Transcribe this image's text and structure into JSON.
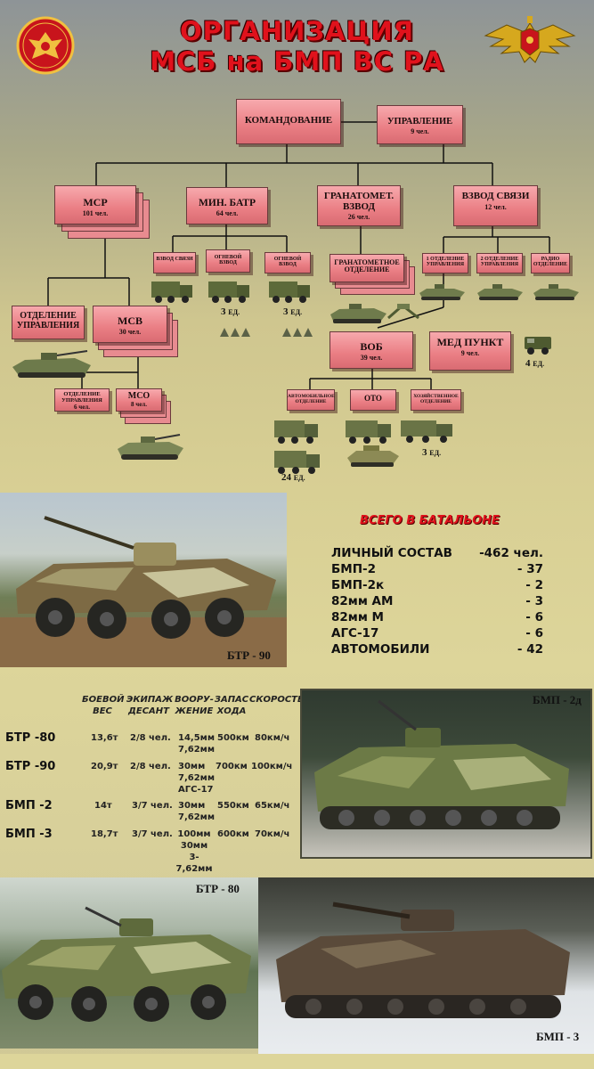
{
  "title": {
    "line1": "ОРГАНИЗАЦИЯ",
    "line2": "МСБ на БМП ВС РА"
  },
  "colors": {
    "title_red": "#e0121c",
    "box_pink": "#ea7e84",
    "box_border": "#6a3a3c",
    "line": "#111111"
  },
  "org": {
    "command": {
      "name": "КОМАНДОВАНИЕ"
    },
    "hq": {
      "name": "УПРАВЛЕНИЕ",
      "count": "9 чел."
    },
    "msr": {
      "name": "МСР",
      "count": "101 чел."
    },
    "mortar": {
      "name": "МИН. БАТР",
      "count": "64 чел."
    },
    "grenade_platoon": {
      "name": "ГРАНАТОМЕТ. ВЗВОД",
      "count": "26 чел."
    },
    "signal_platoon": {
      "name": "ВЗВОД СВЯЗИ",
      "count": "12 чел."
    },
    "mortar_signal": {
      "name": "ВЗВОД СВЯЗИ"
    },
    "fire_platoon_1": {
      "name": "ОГНЕВОЙ ВЗВОД"
    },
    "fire_platoon_2": {
      "name": "ОГНЕВОЙ ВЗВОД"
    },
    "grenade_squad": {
      "name": "ГРАНАТОМЕТНОЕ ОТДЕЛЕНИЕ"
    },
    "sig1": {
      "name": "1 ОТДЕЛЕНИЕ УПРАВЛЕНИЯ"
    },
    "sig2": {
      "name": "2 ОТДЕЛЕНИЕ УПРАВЛЕНИЯ"
    },
    "sig_radio": {
      "name": "РАДИО ОТДЕЛЕНИЕ"
    },
    "control_squad": {
      "name": "ОТДЕЛЕНИЕ УПРАВЛЕНИЯ"
    },
    "msv": {
      "name": "МСВ",
      "count": "30 чел."
    },
    "msv_control": {
      "name": "ОТДЕЛЕНИЕ УПРАВЛЕНИЯ",
      "count": "6 чел."
    },
    "mso": {
      "name": "МСО",
      "count": "8 чел."
    },
    "vob": {
      "name": "ВОБ",
      "count": "39 чел."
    },
    "med": {
      "name": "МЕД ПУНКТ",
      "count": "9 чел."
    },
    "auto_squad": {
      "name": "АВТОМОБИЛЬНОЕ ОТДЕЛЕНИЕ"
    },
    "oto": {
      "name": "ОТО"
    },
    "household": {
      "name": "ХОЗЯЙСТВЕННОЕ ОТДЕЛЕНИЕ"
    }
  },
  "counts": {
    "mortar_1": {
      "n": "3",
      "u": "ЕД."
    },
    "mortar_2": {
      "n": "3",
      "u": "ЕД."
    },
    "med": {
      "n": "4",
      "u": "ЕД."
    },
    "auto": {
      "n": "24",
      "u": "ЕД."
    },
    "house": {
      "n": "3",
      "u": "ЕД."
    }
  },
  "summary": {
    "title": "ВСЕГО В БАТАЛЬОНЕ",
    "rows": [
      {
        "label": "ЛИЧНЫЙ СОСТАВ",
        "value": "-462 чел."
      },
      {
        "label": "БМП-2",
        "value": "-  37"
      },
      {
        "label": "БМП-2к",
        "value": "-   2"
      },
      {
        "label": "82мм АМ",
        "value": "-   3"
      },
      {
        "label": "82мм М",
        "value": "-   6"
      },
      {
        "label": "АГС-17",
        "value": "-   6"
      },
      {
        "label": "АВТОМОБИЛИ",
        "value": "- 42"
      }
    ]
  },
  "photos": {
    "btr90": "БТР - 90",
    "bmp2d": "БМП - 2д",
    "btr80": "БТР - 80",
    "bmp3": "БМП - 3"
  },
  "table": {
    "headers": [
      {
        "l1": "БОЕВОЙ",
        "l2": "ВЕС"
      },
      {
        "l1": "ЭКИПАЖ",
        "l2": "ДЕСАНТ"
      },
      {
        "l1": "ВООРУ-",
        "l2": "ЖЕНИЕ"
      },
      {
        "l1": "ЗАПАС",
        "l2": "ХОДА"
      },
      {
        "l1": "СКОРОСТЬ",
        "l2": ""
      }
    ],
    "rows": [
      {
        "name": "БТР -80",
        "weight": "13,6т",
        "crew": "2/8 чел.",
        "arms": [
          "14,5мм",
          "7,62мм"
        ],
        "range": "500км",
        "speed": "80км/ч"
      },
      {
        "name": "БТР -90",
        "weight": "20,9т",
        "crew": "2/8 чел.",
        "arms": [
          "30мм",
          "7,62мм",
          "АГС-17"
        ],
        "range": "700км",
        "speed": "100км/ч"
      },
      {
        "name": "БМП -2",
        "weight": "14т",
        "crew": "3/7 чел.",
        "arms": [
          "30мм",
          "7,62мм"
        ],
        "range": "550км",
        "speed": "65км/ч"
      },
      {
        "name": "БМП -3",
        "weight": "18,7т",
        "crew": "3/7 чел.",
        "arms": [
          "100мм",
          "30мм",
          "3-7,62мм"
        ],
        "range": "600км",
        "speed": "70км/ч"
      }
    ]
  }
}
